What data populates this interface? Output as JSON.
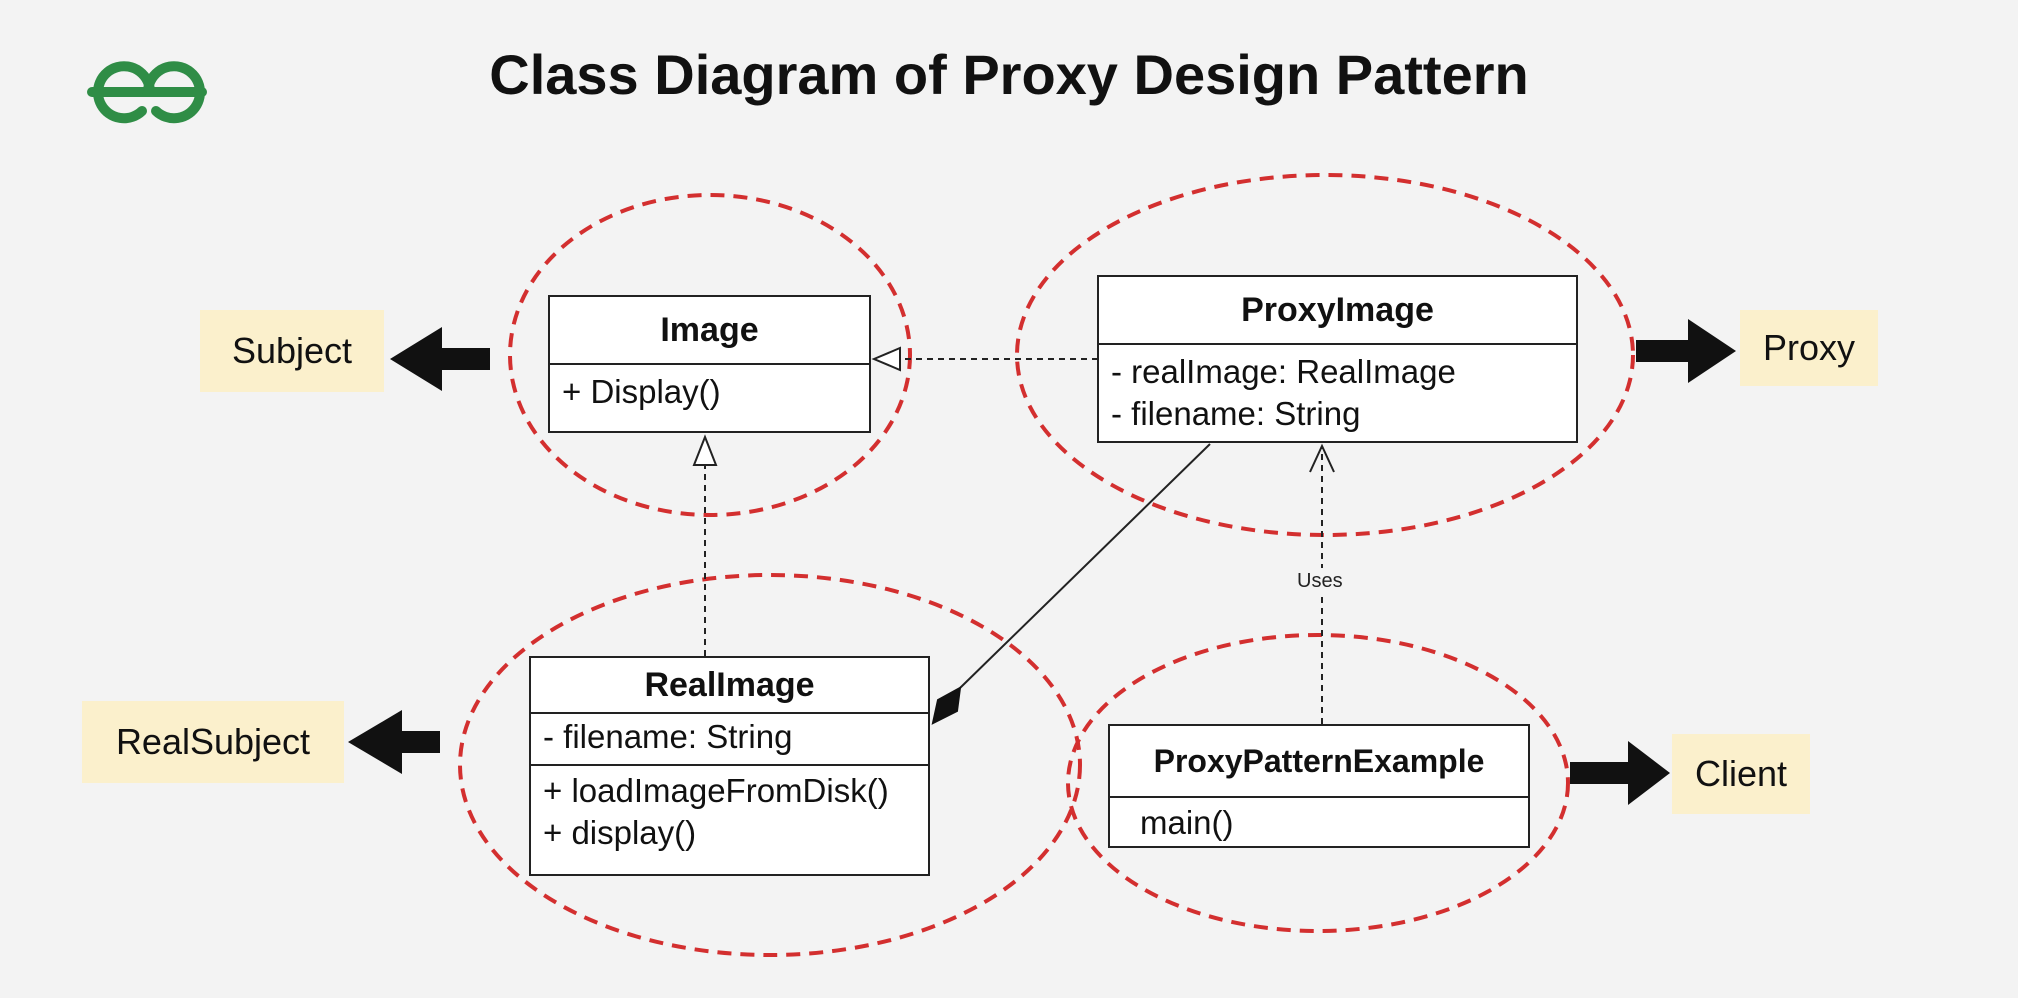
{
  "title": "Class Diagram of Proxy Design Pattern",
  "logo": {
    "name": "geeksforgeeks-logo",
    "color": "#2f8d46"
  },
  "colors": {
    "circle": "#d32f2f",
    "role_bg": "#fbf0cc",
    "line": "#222222"
  },
  "classes": {
    "image": {
      "name": "Image",
      "methods": [
        "+ Display()"
      ]
    },
    "proxy_image": {
      "name": "ProxyImage",
      "attributes": [
        "- realImage: RealImage",
        "- filename: String"
      ]
    },
    "real_image": {
      "name": "RealImage",
      "attributes": [
        "- filename: String"
      ],
      "methods": [
        "+ loadImageFromDisk()",
        "+ display()"
      ]
    },
    "proxy_pattern_example": {
      "name": "ProxyPatternExample",
      "methods": [
        "main()"
      ]
    }
  },
  "roles": {
    "subject": "Subject",
    "proxy": "Proxy",
    "real_subject": "RealSubject",
    "client": "Client"
  },
  "relations": {
    "uses_label": "Uses"
  }
}
